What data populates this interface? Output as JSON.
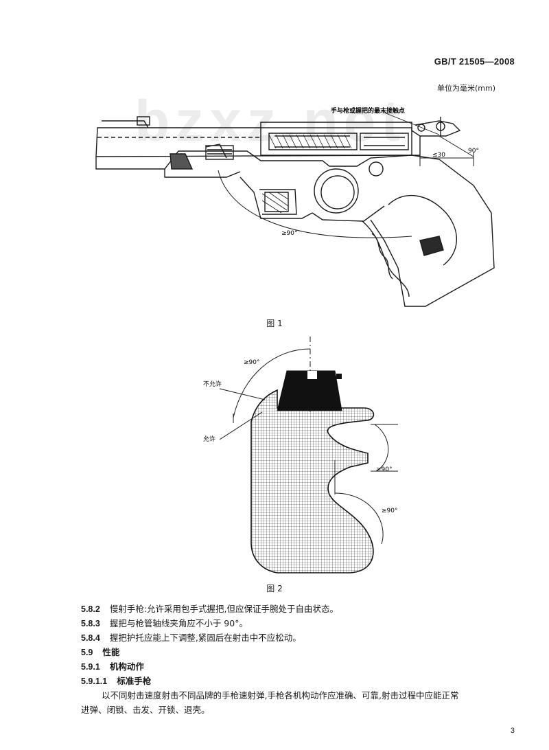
{
  "header": {
    "standard_number": "GB/T 21505—2008",
    "unit_note": "单位为毫米(mm)"
  },
  "watermark": "bzxz.net",
  "figure1": {
    "caption": "图 1",
    "labels": {
      "contact_point": "手与枪或握把的最末接触点",
      "dim_30": "≤30",
      "angle_90": "90°",
      "angle_ge90": "≥90°"
    }
  },
  "figure2": {
    "caption": "图 2",
    "labels": {
      "angle_top": "≥90°",
      "not_allowed": "不允许",
      "allowed": "允许",
      "angle_right1": "≥90°",
      "angle_right2": "≥90°"
    }
  },
  "paragraphs": [
    {
      "num": "5.8.2",
      "text": "慢射手枪:允许采用包手式握把,但应保证手腕处于自由状态。"
    },
    {
      "num": "5.8.3",
      "text": "握把与枪管轴线夹角应不小于 90°。"
    },
    {
      "num": "5.8.4",
      "text": "握把护托应能上下调整,紧固后在射击中不应松动。"
    }
  ],
  "section_59": {
    "num": "5.9",
    "title": "性能"
  },
  "section_591": {
    "num": "5.9.1",
    "title": "机构动作"
  },
  "section_5911": {
    "num": "5.9.1.1",
    "title": "标准手枪"
  },
  "body_text": {
    "line1": "以不同射击速度射击不同品牌的手枪速射弹,手枪各机构动作应准确、可靠,射击过程中应能正常",
    "line2": "进弹、闭锁、击发、开锁、退壳。"
  },
  "page_number": "3"
}
